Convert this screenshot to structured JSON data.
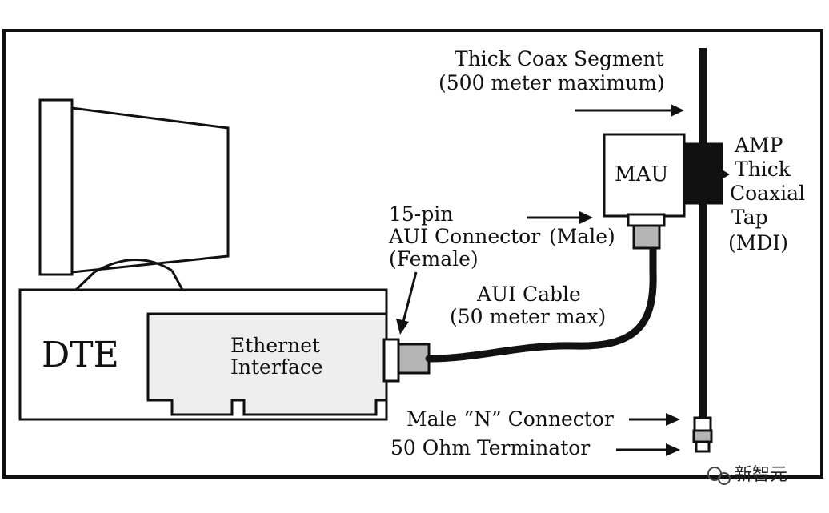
{
  "labels": {
    "thick_coax_line1": "Thick Coax Segment",
    "thick_coax_line2": "(500 meter maximum)",
    "mau": "MAU",
    "amp_line1": "AMP",
    "amp_line2": "Thick",
    "amp_line3": "Coaxial",
    "amp_line4": "Tap",
    "amp_line5": "(MDI)",
    "aui_conn_line1": "15-pin",
    "aui_conn_line2": "AUI Connector",
    "aui_conn_male": "(Male)",
    "aui_conn_female": "(Female)",
    "aui_cable_line1": "AUI Cable",
    "aui_cable_line2": "(50 meter max)",
    "dte": "DTE",
    "ethernet_line1": "Ethernet",
    "ethernet_line2": "Interface",
    "male_n": "Male “N” Connector",
    "terminator": "50 Ohm Terminator"
  },
  "watermark": "新智元",
  "colors": {
    "stroke": "#111111",
    "card_fill": "#eeeeee",
    "plug_fill": "#b5b5b5",
    "tap_fill": "#111111"
  }
}
